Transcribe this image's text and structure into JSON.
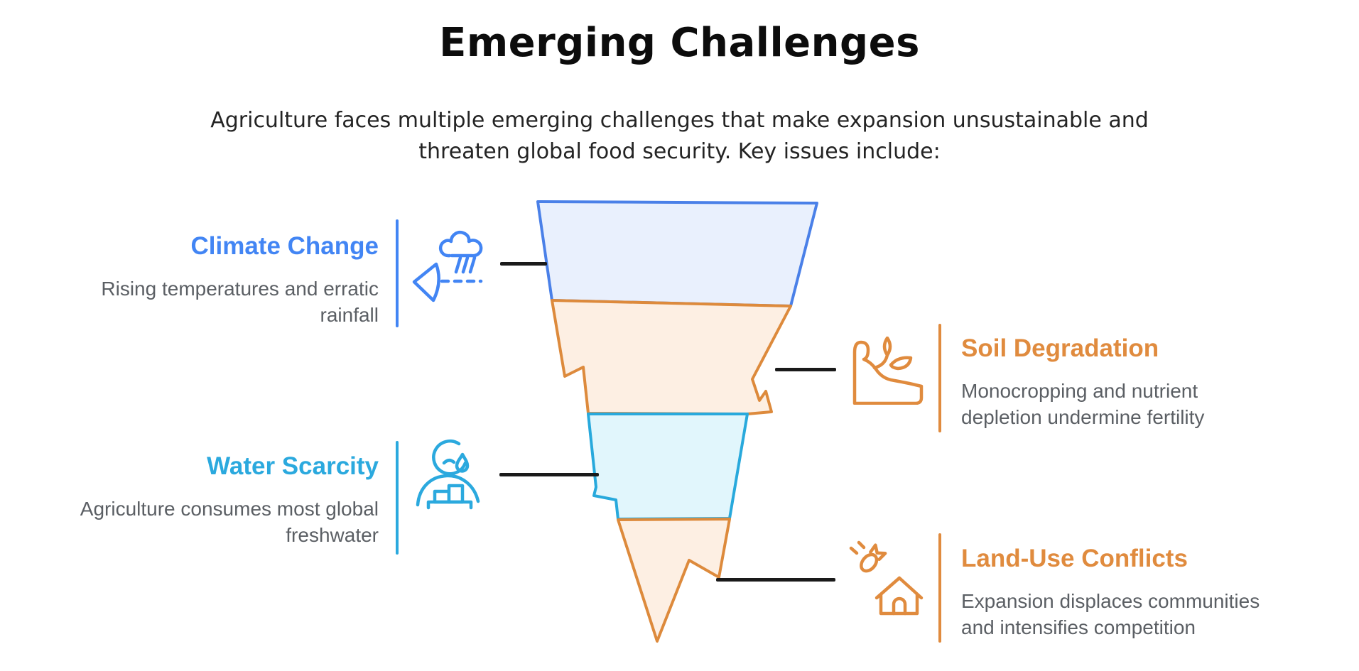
{
  "page": {
    "title": "Emerging Challenges",
    "subtitle_line1": "Agriculture faces multiple emerging challenges that make expansion unsustainable and",
    "subtitle_line2": "threaten global food security. Key issues include:"
  },
  "colors": {
    "title_text": "#0c0c0c",
    "subtitle_text": "#242424",
    "description_text": "#5b5f64",
    "connector_line": "#1a1a1a",
    "climate_blue": "#4285f4",
    "water_cyan": "#2ba9de",
    "soil_orange": "#e08b3e",
    "land_orange": "#e08b3e"
  },
  "challenges": [
    {
      "id": "climate-change",
      "title": "Climate Change",
      "description_line1": "Rising temperatures and erratic",
      "description_line2": "rainfall",
      "accent_color": "#4285f4",
      "icon": "cloud-rain-wind-icon",
      "side": "left"
    },
    {
      "id": "soil-degradation",
      "title": "Soil Degradation",
      "description_line1": "Monocropping and nutrient",
      "description_line2": "depletion undermine fertility",
      "accent_color": "#e08b3e",
      "icon": "sprouting-plant-icon",
      "side": "right"
    },
    {
      "id": "water-scarcity",
      "title": "Water Scarcity",
      "description_line1": "Agriculture consumes most global",
      "description_line2": "freshwater",
      "accent_color": "#2ba9de",
      "icon": "person-teardrop-chart-icon",
      "side": "left"
    },
    {
      "id": "land-use-conflicts",
      "title": "Land-Use Conflicts",
      "description_line1": "Expansion displaces communities",
      "description_line2": "and intensifies competition",
      "accent_color": "#e08b3e",
      "icon": "house-bomb-icon",
      "side": "right"
    }
  ],
  "funnel": {
    "type": "funnel",
    "segments": [
      {
        "name": "climate-change-segment",
        "fill": "#e9f0fd",
        "stroke": "#4a80e8"
      },
      {
        "name": "soil-degradation-segment",
        "fill": "#fdefe3",
        "stroke": "#dd8a3c"
      },
      {
        "name": "water-scarcity-segment",
        "fill": "#e1f6fc",
        "stroke": "#28a9dc"
      },
      {
        "name": "land-use-conflicts-segment",
        "fill": "#fdefe3",
        "stroke": "#dd8a3c"
      }
    ]
  }
}
